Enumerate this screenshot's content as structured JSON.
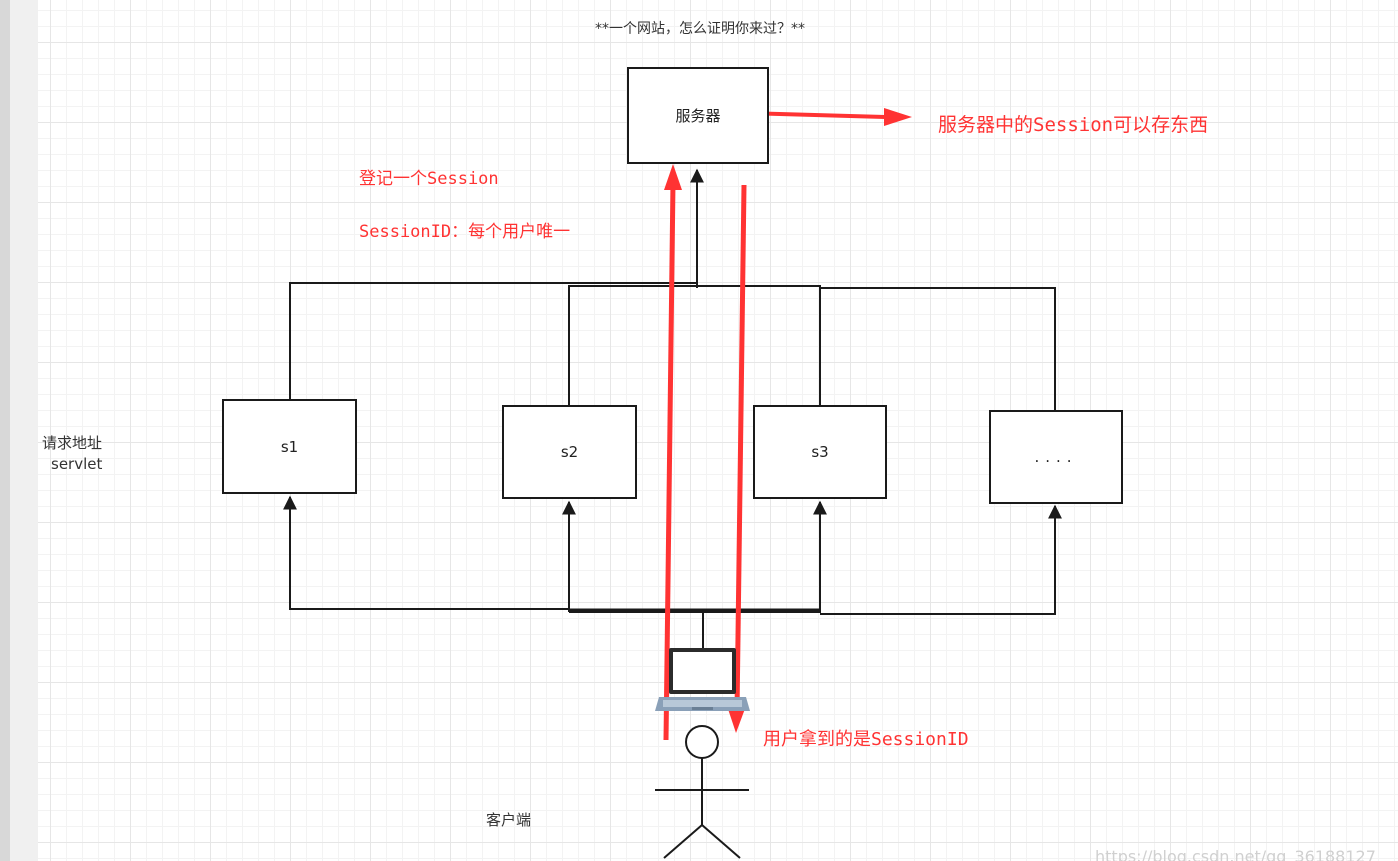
{
  "title": "**一个网站，怎么证明你来过？**",
  "nodes": {
    "server": "服务器",
    "s1": "s1",
    "s2": "s2",
    "s3": "s3",
    "more": "....",
    "client": "客户端"
  },
  "side_label": {
    "line1": "请求地址",
    "line2": "servlet"
  },
  "annotations": {
    "server_store": "服务器中的Session可以存东西",
    "register": "登记一个Session",
    "session_id_unique": "SessionID：每个用户唯一",
    "user_gets": "用户拿到的是SessionID"
  },
  "watermark": "https://blog.csdn.net/qq_36188127",
  "colors": {
    "accent_red": "#ff3333",
    "line_black": "#1a1a1a",
    "grid": "#e6e6e6"
  },
  "icons": [
    "laptop-icon",
    "person-icon"
  ]
}
